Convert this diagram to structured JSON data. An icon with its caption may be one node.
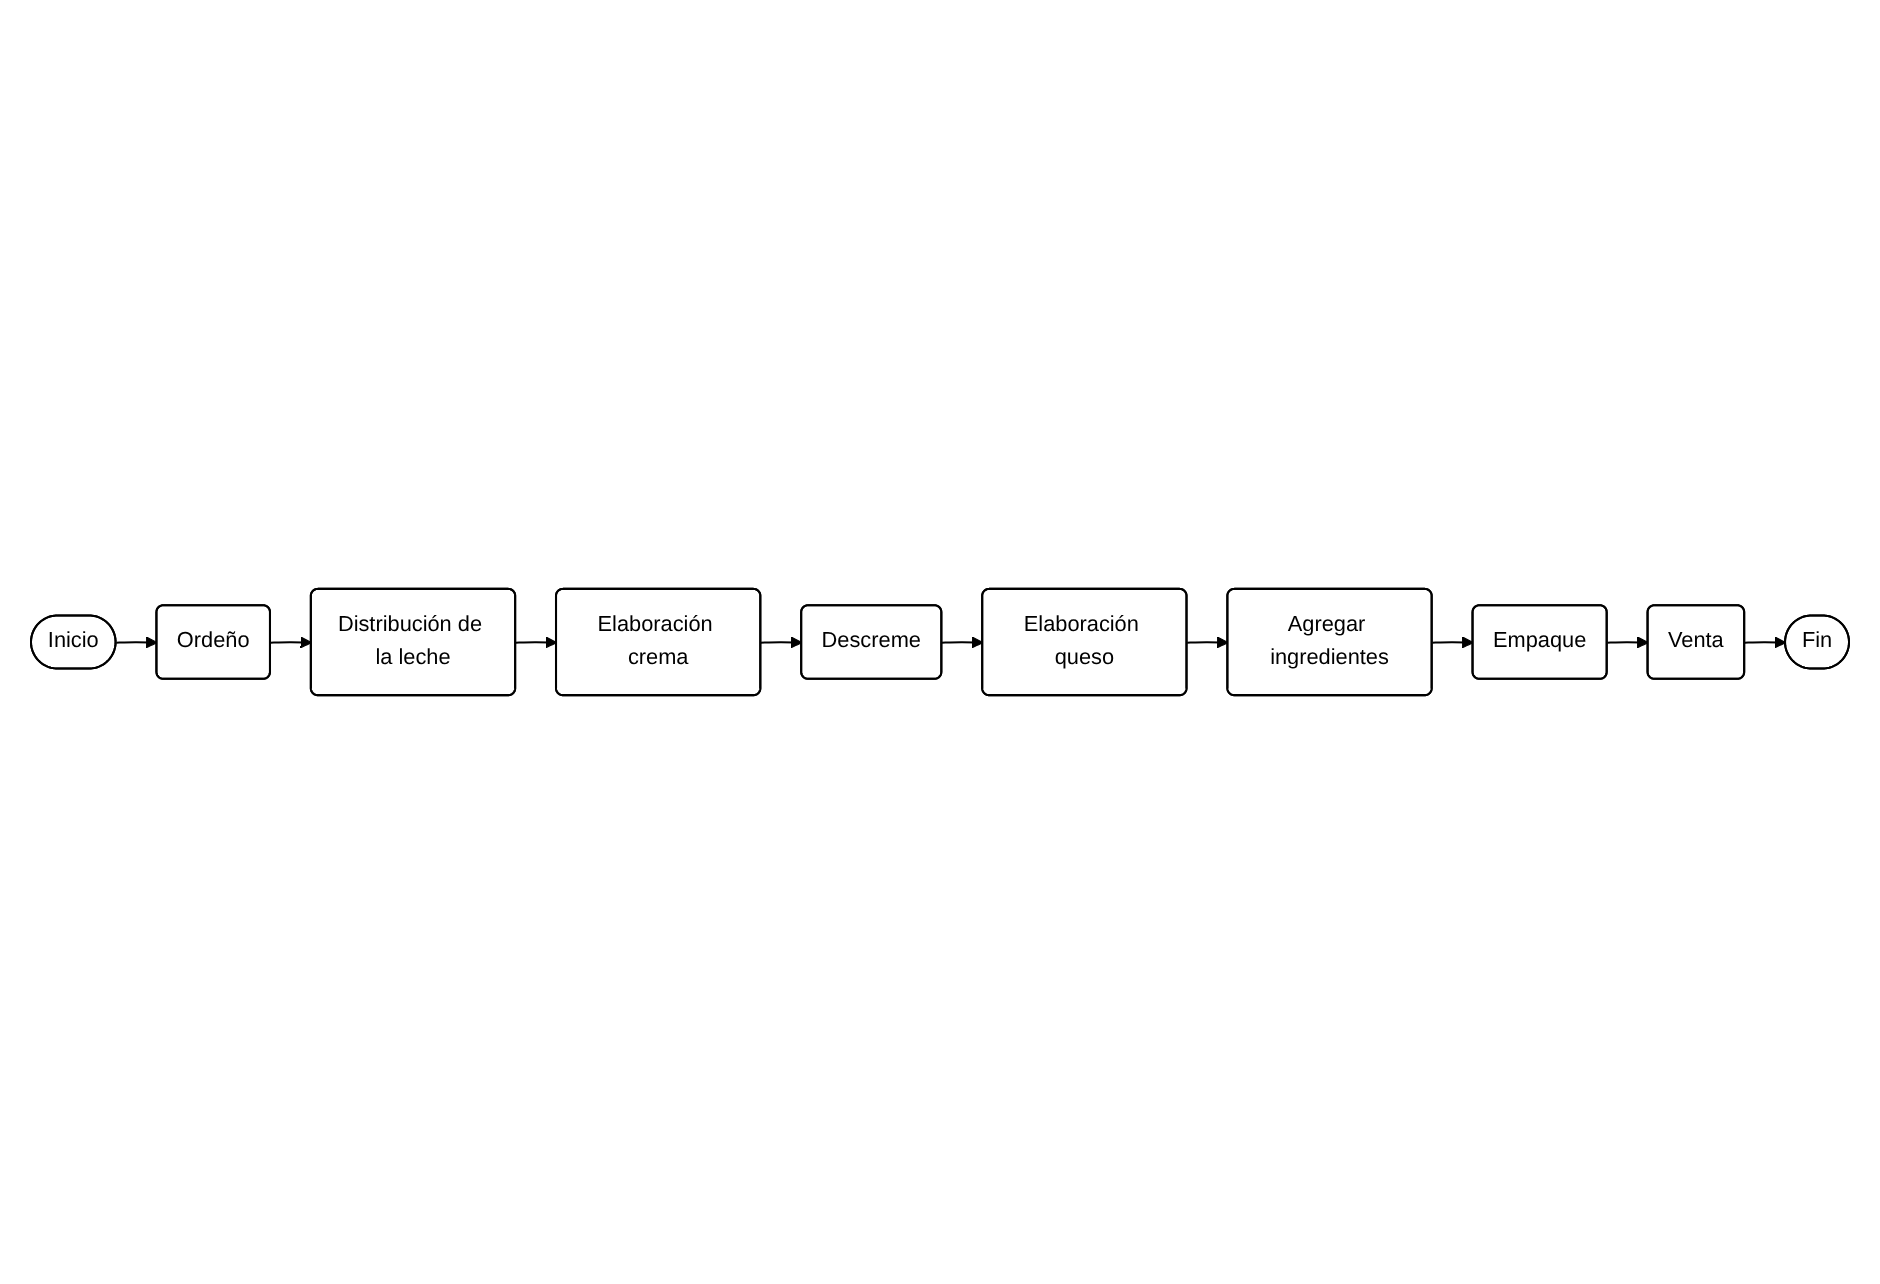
{
  "diagram": {
    "nodes": [
      {
        "text": [
          "Inicio"
        ]
      },
      {
        "text": [
          "Ordeño"
        ]
      },
      {
        "text": [
          "Distribución de la leche"
        ]
      },
      {
        "text": [
          "Elaboración queso"
        ]
      },
      {
        "text": [
          "Descreme"
        ]
      },
      {
        "text": [
          "Elaboración crema"
        ]
      },
      {
        "text": [
          "Agregar ingredientes"
        ]
      },
      {
        "text": [
          "Empaque"
        ]
      },
      {
        "text": [
          "Venta"
        ]
      },
      {
        "text": [
          "Fin"
        ]
      }
    ],
    "edges": [
      {
        "from": 0,
        "to": 1,
        "arrow": "to"
      },
      {
        "from": 1,
        "to": 2,
        "arrow": "to"
      },
      {
        "from": 2,
        "to": 5,
        "arrow": "to"
      },
      {
        "from": 5,
        "to": 4,
        "arrow": "to"
      },
      {
        "from": 4,
        "to": 3,
        "arrow": "to"
      },
      {
        "from": 3,
        "to": 6,
        "arrow": "to"
      },
      {
        "from": 6,
        "to": 7,
        "arrow": "to"
      },
      {
        "from": 7,
        "to": 8,
        "arrow": "to"
      },
      {
        "from": 8,
        "to": 9,
        "arrow": "to"
      }
    ]
  }
}
